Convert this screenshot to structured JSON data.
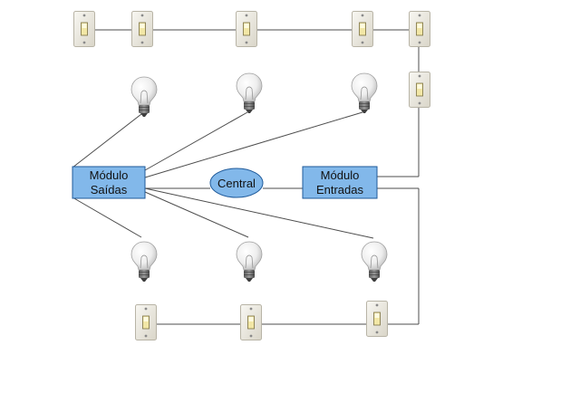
{
  "colors": {
    "background": "#ffffff",
    "wire": "#4d4d4d",
    "module_fill": "#82b8ea",
    "module_stroke": "#1f5a9a",
    "central_fill": "#82b8ea",
    "central_stroke": "#1f5a9a",
    "switch_plate": "#ece9df",
    "switch_toggle": "#f2e7a6",
    "bulb_glass": "#f3f3f3",
    "bulb_base": "#6f6f6f"
  },
  "modules": {
    "saidas": {
      "line1": "Módulo",
      "line2": "Saídas"
    },
    "entradas": {
      "line1": "Módulo",
      "line2": "Entradas"
    }
  },
  "central": {
    "label": "Central"
  },
  "icons": {
    "switch": "light-switch-icon",
    "bulb": "light-bulb-icon"
  }
}
